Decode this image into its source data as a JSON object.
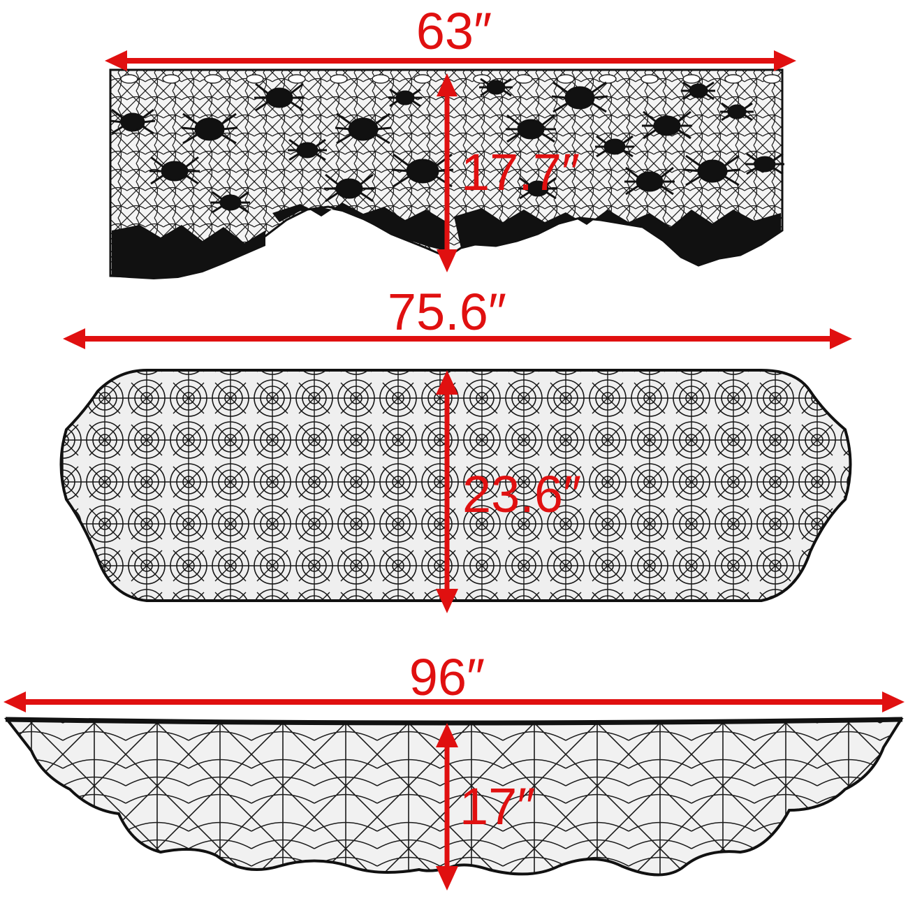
{
  "colors": {
    "accent": "#e01010",
    "lace": "#1a1a1a",
    "background": "#ffffff"
  },
  "items": [
    {
      "name": "spider-bat-valance",
      "width_label": "63″",
      "height_label": "17.7″"
    },
    {
      "name": "spiderweb-table-runner",
      "width_label": "75.6″",
      "height_label": "23.6″"
    },
    {
      "name": "spiderweb-mantel-scarf",
      "width_label": "96″",
      "height_label": "17″"
    }
  ]
}
